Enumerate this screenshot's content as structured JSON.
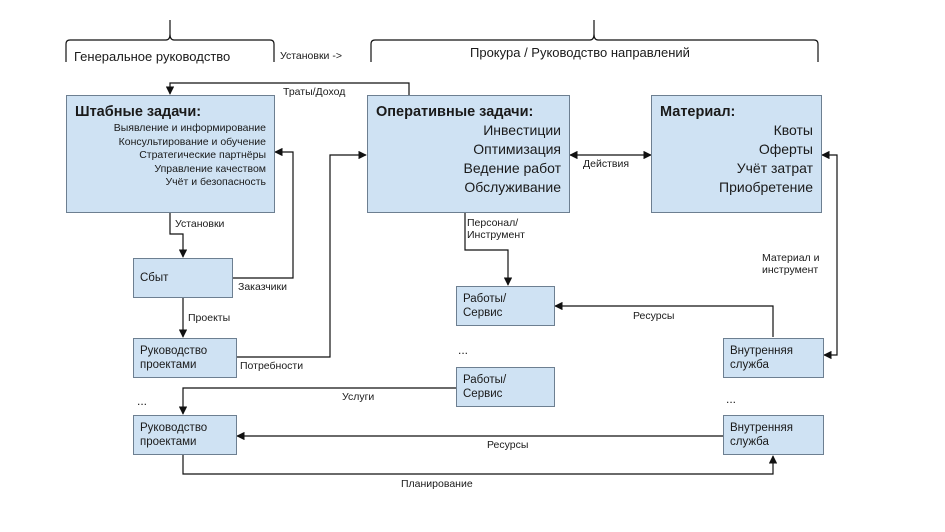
{
  "headers": {
    "left": "Генеральное руководство",
    "right": "Прокура / Руководство направлений"
  },
  "boxes": {
    "staff": {
      "title": "Штабные задачи:",
      "items": [
        "Выявление и информирование",
        "Консультирование и обучение",
        "Стратегические партнёры",
        "Управление качеством",
        "Учёт и безопасность"
      ]
    },
    "operative": {
      "title": "Оперативные задачи:",
      "items": [
        "Инвестиции",
        "Оптимизация",
        "Ведение работ",
        "Обслуживание"
      ]
    },
    "material": {
      "title": "Материал:",
      "items": [
        "Квоты",
        "Оферты",
        "Учёт затрат",
        "Приобретение"
      ]
    },
    "sales": "Сбыт",
    "pm1": "Руководство проектами",
    "pm2": "Руководство проектами",
    "works1": "Работы/ Сервис",
    "works2": "Работы/ Сервис",
    "internal1": "Внутренняя служба",
    "internal2": "Внутренняя служба"
  },
  "labels": {
    "settings_arrow": "Установки ->",
    "costs_income": "Траты/Доход",
    "settings": "Установки",
    "customers": "Заказчики",
    "projects": "Проекты",
    "needs": "Потребности",
    "actions": "Действия",
    "personnel": "Персонал/ Инструмент",
    "material_tools": "Материал и инструмент",
    "resources1": "Ресурсы",
    "services": "Услуги",
    "resources2": "Ресурсы",
    "planning": "Планирование",
    "ellipsis_left": "...",
    "ellipsis_mid": "...",
    "ellipsis_right": "..."
  }
}
